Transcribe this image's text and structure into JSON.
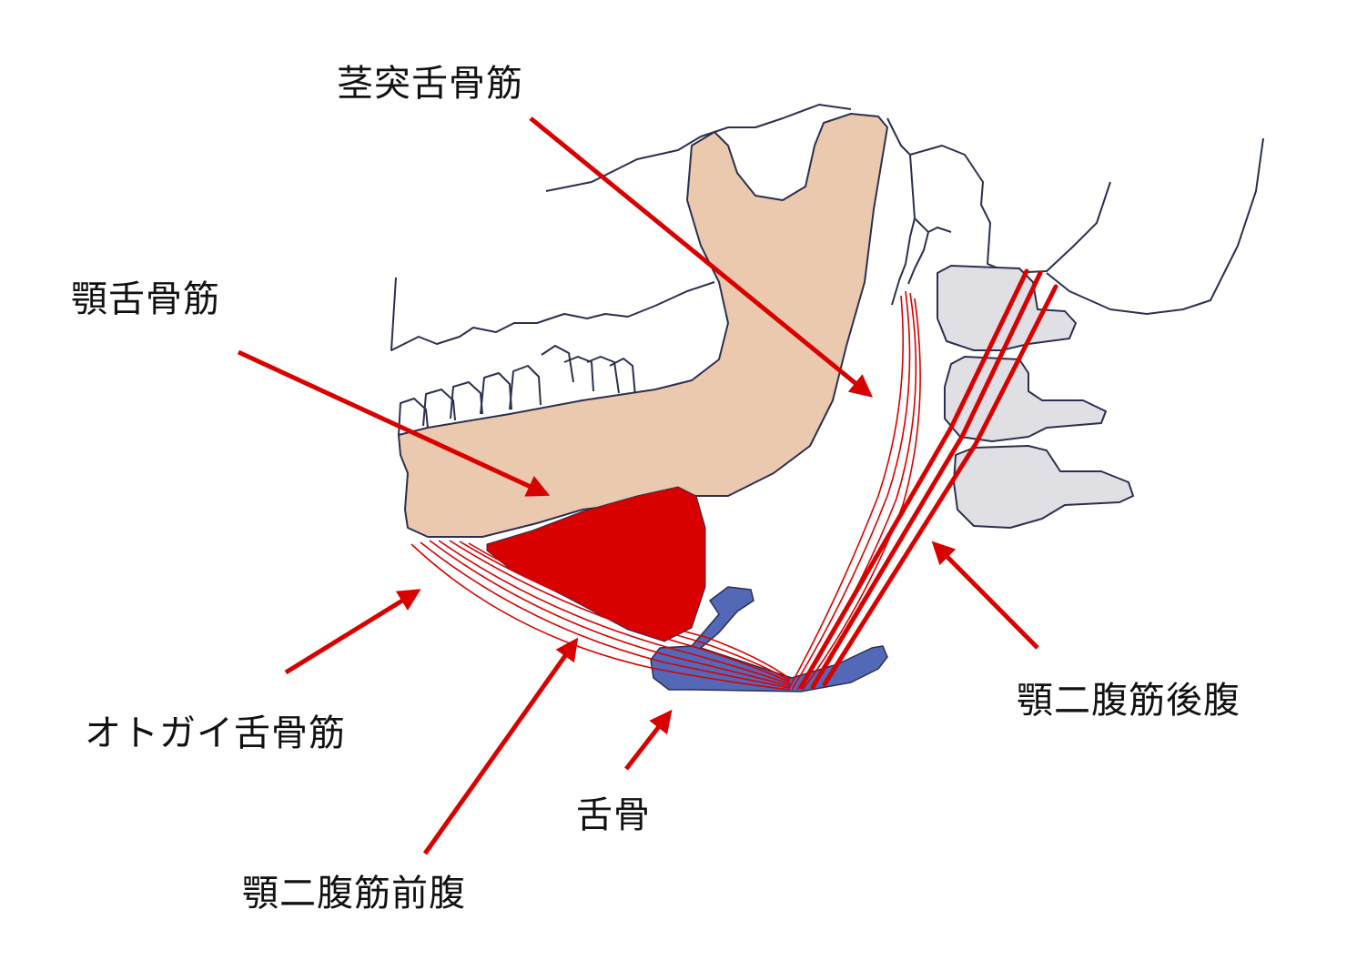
{
  "labels": {
    "stylohyoid": "茎突舌骨筋",
    "mylohyoid": "顎舌骨筋",
    "geniohyoid": "オトガイ舌骨筋",
    "digastric_anterior": "顎二腹筋前腹",
    "hyoid": "舌骨",
    "digastric_posterior": "顎二腹筋後腹"
  },
  "colors": {
    "muscle": "#d90000",
    "mandible_fill": "#ebc9ae",
    "outline": "#2b3050",
    "vertebra_fill": "#e0e0e4",
    "hyoid_fill": "#5468b8",
    "text": "#111111"
  }
}
